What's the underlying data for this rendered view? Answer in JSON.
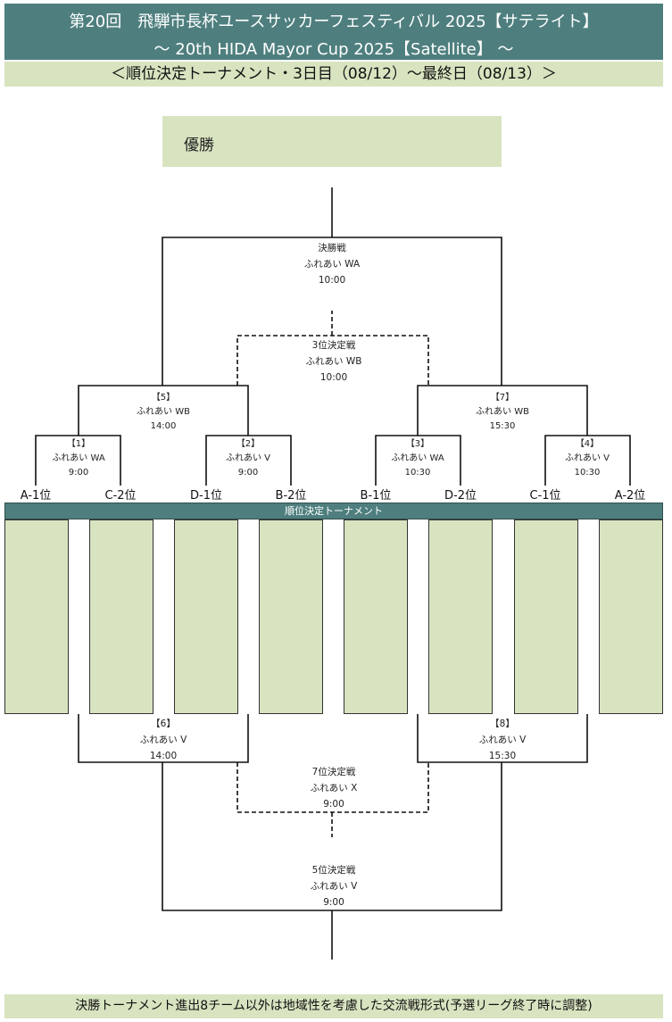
{
  "header": {
    "title_line1": "第20回　飛騨市長杯ユースサッカーフェスティバル 2025【サテライト】",
    "title_line2": "〜 20th HIDA Mayor Cup 2025【Satellite】 〜",
    "subtitle": "＜順位決定トーナメント・3日目（08/12）〜最終日（08/13）＞"
  },
  "winner_label": "優勝",
  "band_label": "順位決定トーナメント",
  "footer_note": "決勝トーナメント進出8チーム以外は地域性を考慮した交流戦形式(予選リーグ終了時に調整)",
  "seeds": [
    "A-1位",
    "C-2位",
    "D-1位",
    "B-2位",
    "B-1位",
    "D-2位",
    "C-1位",
    "A-2位"
  ],
  "matches": {
    "m1": {
      "num": "【1】",
      "venue": "ふれあい WA",
      "time": "9:00"
    },
    "m2": {
      "num": "【2】",
      "venue": "ふれあい V",
      "time": "9:00"
    },
    "m3": {
      "num": "【3】",
      "venue": "ふれあい WA",
      "time": "10:30"
    },
    "m4": {
      "num": "【4】",
      "venue": "ふれあい V",
      "time": "10:30"
    },
    "m5": {
      "num": "【5】",
      "venue": "ふれあい WB",
      "time": "14:00"
    },
    "m7": {
      "num": "【7】",
      "venue": "ふれあい WB",
      "time": "15:30"
    },
    "final": {
      "num": "決勝戦",
      "venue": "ふれあい WA",
      "time": "10:00"
    },
    "third": {
      "num": "3位決定戦",
      "venue": "ふれあい WB",
      "time": "10:00"
    },
    "m6": {
      "num": "【6】",
      "venue": "ふれあい V",
      "time": "14:00"
    },
    "m8": {
      "num": "【8】",
      "venue": "ふれあい V",
      "time": "15:30"
    },
    "seventh": {
      "num": "7位決定戦",
      "venue": "ふれあい X",
      "time": "9:00"
    },
    "fifth": {
      "num": "5位決定戦",
      "venue": "ふれあい V",
      "time": "9:00"
    }
  }
}
